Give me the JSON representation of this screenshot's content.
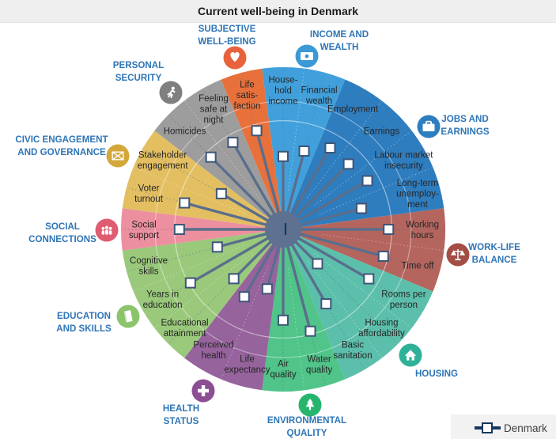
{
  "title": "Current well-being in Denmark",
  "legend": {
    "label": "Denmark"
  },
  "chart_data": {
    "type": "radial-wellbeing-wheel",
    "scale": [
      0,
      10
    ],
    "note": "Each spoke length = Denmark's score for the indicator; square marker at spoke tip; 24 spokes of 15 degrees each, clockwise from top",
    "spoke_color": "#5a6e8c",
    "marker": {
      "shape": "square",
      "fill": "#ffffff",
      "stroke": "#3d5578"
    },
    "center_disc_color": "#5e7190",
    "grid_ring_radii_fraction": [
      0.67,
      0.79
    ],
    "categories": [
      {
        "id": "income",
        "name": "INCOME AND WEALTH",
        "label_lines": [
          "INCOME AND",
          "WEALTH"
        ],
        "color": "#41a0db",
        "icon": "banknote-icon",
        "icon_color": "#3b99d5",
        "indicators": [
          {
            "label": "Household income",
            "lines": [
              "House-",
              "hold",
              "income"
            ],
            "value": 4.5
          },
          {
            "label": "Financial wealth",
            "lines": [
              "Financial",
              "wealth"
            ],
            "value": 5.0
          }
        ]
      },
      {
        "id": "jobs",
        "name": "JOBS AND EARNINGS",
        "label_lines": [
          "JOBS AND",
          "EARNINGS"
        ],
        "color": "#2e7dbf",
        "icon": "briefcase-icon",
        "icon_color": "#2e7dbf",
        "indicators": [
          {
            "label": "Employment",
            "lines": [
              "Employment"
            ],
            "value": 5.8
          },
          {
            "label": "Earnings",
            "lines": [
              "Earnings"
            ],
            "value": 5.7
          },
          {
            "label": "Labour market insecurity",
            "lines": [
              "Labour market",
              "insecurity"
            ],
            "value": 6.0
          },
          {
            "label": "Long-term unemployment",
            "lines": [
              "Long-term",
              "unemploy-",
              "ment"
            ],
            "value": 5.0
          }
        ]
      },
      {
        "id": "worklife",
        "name": "WORK-LIFE BALANCE",
        "label_lines": [
          "WORK-LIFE",
          "BALANCE"
        ],
        "color": "#b4655e",
        "icon": "scales-icon",
        "icon_color": "#a34d45",
        "indicators": [
          {
            "label": "Working hours",
            "lines": [
              "Working",
              "hours"
            ],
            "value": 6.5
          },
          {
            "label": "Time off",
            "lines": [
              "Time off"
            ],
            "value": 6.4
          }
        ]
      },
      {
        "id": "housing",
        "name": "HOUSING",
        "label_lines": [
          "HOUSING"
        ],
        "color": "#5cbfab",
        "icon": "house-icon",
        "icon_color": "#2eb197",
        "indicators": [
          {
            "label": "Rooms per person",
            "lines": [
              "Rooms per",
              "person"
            ],
            "value": 6.1
          },
          {
            "label": "Housing affordability",
            "lines": [
              "Housing",
              "affordability"
            ],
            "value": 3.0
          },
          {
            "label": "Basic sanitation",
            "lines": [
              "Basic",
              "sanitation"
            ],
            "value": 5.3
          }
        ]
      },
      {
        "id": "environment",
        "name": "ENVIRONMENTAL QUALITY",
        "label_lines": [
          "ENVIRONMENTAL",
          "QUALITY"
        ],
        "color": "#50c489",
        "icon": "tree-icon",
        "icon_color": "#27b56e",
        "indicators": [
          {
            "label": "Water quality",
            "lines": [
              "Water",
              "quality"
            ],
            "value": 6.5
          },
          {
            "label": "Air quality",
            "lines": [
              "Air",
              "quality"
            ],
            "value": 5.6
          }
        ]
      },
      {
        "id": "health",
        "name": "HEALTH STATUS",
        "label_lines": [
          "HEALTH",
          "STATUS"
        ],
        "color": "#96639d",
        "icon": "cross-icon",
        "icon_color": "#8c4f94",
        "indicators": [
          {
            "label": "Life expectancy",
            "lines": [
              "Life",
              "expectancy"
            ],
            "value": 3.8
          },
          {
            "label": "Perceived health",
            "lines": [
              "Perceived",
              "health"
            ],
            "value": 4.8
          }
        ]
      },
      {
        "id": "education",
        "name": "EDUCATION AND SKILLS",
        "label_lines": [
          "EDUCATION",
          "AND SKILLS"
        ],
        "color": "#9ac97b",
        "icon": "book-icon",
        "icon_color": "#8bc46a",
        "indicators": [
          {
            "label": "Educational attainment",
            "lines": [
              "Educational",
              "attainment"
            ],
            "value": 4.3
          },
          {
            "label": "Years in education",
            "lines": [
              "Years in",
              "education"
            ],
            "value": 6.6
          },
          {
            "label": "Cognitive skills",
            "lines": [
              "Cognitive",
              "skills"
            ],
            "value": 4.2
          }
        ]
      },
      {
        "id": "social",
        "name": "SOCIAL CONNECTIONS",
        "label_lines": [
          "SOCIAL",
          "CONNECTIONS"
        ],
        "color": "#ec8f9f",
        "icon": "people-icon",
        "icon_color": "#e05c72",
        "indicators": [
          {
            "label": "Social support",
            "lines": [
              "Social",
              "support"
            ],
            "value": 6.4
          }
        ]
      },
      {
        "id": "civic",
        "name": "CIVIC ENGAGEMENT AND GOVERNANCE",
        "label_lines": [
          "CIVIC  ENGAGEMENT",
          "AND  GOVERNANCE"
        ],
        "color": "#e3bf62",
        "icon": "ballot-icon",
        "icon_color": "#d4a73a",
        "indicators": [
          {
            "label": "Voter turnout",
            "lines": [
              "Voter",
              "turnout"
            ],
            "value": 6.3
          },
          {
            "label": "Stakeholder engagement",
            "lines": [
              "Stakeholder",
              "engagement"
            ],
            "value": 4.4
          }
        ]
      },
      {
        "id": "personal",
        "name": "PERSONAL SECURITY",
        "label_lines": [
          "PERSONAL",
          "SECURITY"
        ],
        "color": "#9d9d9d",
        "icon": "runner-icon",
        "icon_color": "#7f7f7f",
        "indicators": [
          {
            "label": "Homicides",
            "lines": [
              "Homicides"
            ],
            "value": 6.3
          },
          {
            "label": "Feeling safe at night",
            "lines": [
              "Feeling",
              "safe at",
              "night"
            ],
            "value": 6.2
          }
        ]
      },
      {
        "id": "subjective",
        "name": "SUBJECTIVE WELL-BEING",
        "label_lines": [
          "SUBJECTIVE",
          "WELL-BEING"
        ],
        "color": "#e8703b",
        "icon": "heart-icon",
        "icon_color": "#e8623d",
        "indicators": [
          {
            "label": "Life satisfaction",
            "lines": [
              "Life",
              "satis-",
              "faction"
            ],
            "value": 6.3
          }
        ]
      }
    ]
  }
}
